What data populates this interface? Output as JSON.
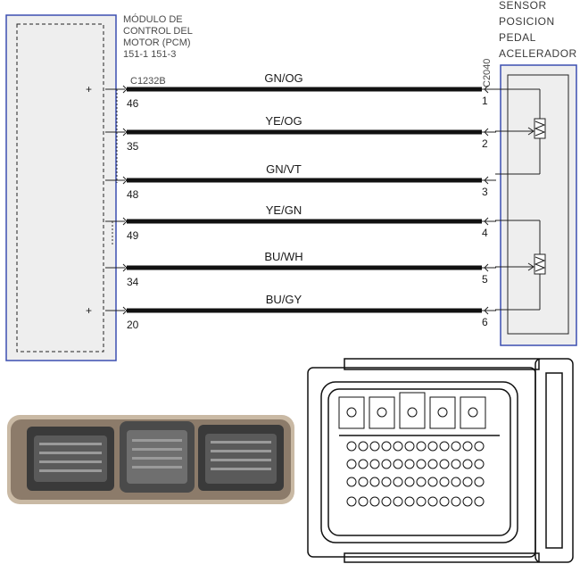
{
  "pcm": {
    "title_lines": [
      "MÓDULO DE",
      "CONTROL DEL",
      "MOTOR (PCM)",
      "151-1  151-3"
    ],
    "connector_id": "C1232B"
  },
  "sensor": {
    "title_lines": [
      "SENSOR",
      "POSICION",
      "PEDAL",
      "ACELERADOR"
    ],
    "connector_id": "C2040"
  },
  "wires": [
    {
      "color_code": "GN/OG",
      "pcm_pin": "46",
      "sensor_pin": "1",
      "pcm_mark": "+"
    },
    {
      "color_code": "YE/OG",
      "pcm_pin": "35",
      "sensor_pin": "2",
      "pcm_mark": ""
    },
    {
      "color_code": "GN/VT",
      "pcm_pin": "48",
      "sensor_pin": "3",
      "pcm_mark": ""
    },
    {
      "color_code": "YE/GN",
      "pcm_pin": "49",
      "sensor_pin": "4",
      "pcm_mark": ""
    },
    {
      "color_code": "BU/WH",
      "pcm_pin": "34",
      "sensor_pin": "5",
      "pcm_mark": ""
    },
    {
      "color_code": "BU/GY",
      "pcm_pin": "20",
      "sensor_pin": "6",
      "pcm_mark": "+"
    }
  ],
  "colors": {
    "module_border": "#3b4fb0",
    "wire": "#111111",
    "background": "#ffffff"
  },
  "images": {
    "pcm_photo": "pcm-connector-photo",
    "connector_face": "connector-face-drawing"
  }
}
